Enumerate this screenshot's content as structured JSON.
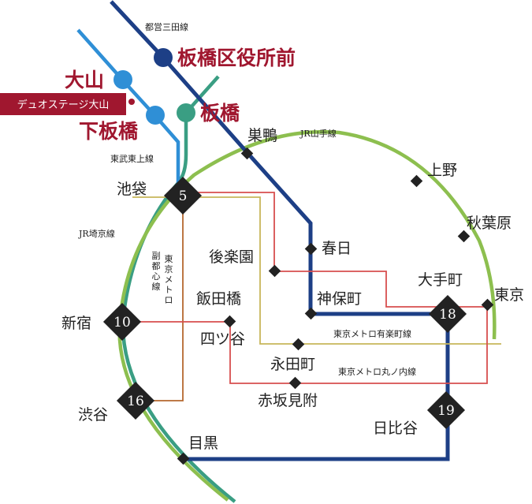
{
  "colors": {
    "yamanote": "#8dbf4f",
    "saikyo": "#3a9e83",
    "mita": "#1d3f86",
    "tobu_tojo": "#2f8fd6",
    "fukutoshin": "#b5682f",
    "yurakucho": "#c8b65a",
    "marunouchi": "#d74f4f",
    "brand": "#a0172f",
    "marker": "#222222"
  },
  "lines": {
    "mita": "都営三田線",
    "yamanote": "JR山手線",
    "tobu_tojo": "東武東上線",
    "saikyo": "JR埼京線",
    "fukutoshin": "東京メトロ副都心線",
    "yurakucho": "東京メトロ有楽町線",
    "marunouchi": "東京メトロ丸ノ内線"
  },
  "highlight": {
    "property": "デュオステージ大山",
    "oyama": "大山",
    "shimoitabashi": "下板橋",
    "itabashi": "板橋",
    "itabashikuyakushomae": "板橋区役所前"
  },
  "stations": {
    "sugamo": "巣鴨",
    "ueno": "上野",
    "ikebukuro": "池袋",
    "akihabara": "秋葉原",
    "kasuga": "春日",
    "korakuen": "後楽園",
    "iidabashi": "飯田橋",
    "jimbocho": "神保町",
    "otemachi": "大手町",
    "tokyo": "東京",
    "shinjuku": "新宿",
    "yotsuya": "四ツ谷",
    "nagatacho": "永田町",
    "akasakamitsuke": "赤坂見附",
    "shibuya": "渋谷",
    "hibiya": "日比谷",
    "meguro": "目黒"
  },
  "hubs": {
    "ikebukuro": "5",
    "shinjuku": "10",
    "shibuya": "16",
    "otemachi": "18",
    "hibiya": "19"
  }
}
